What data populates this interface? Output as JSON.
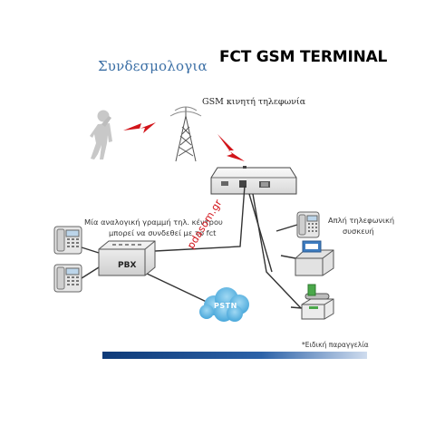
{
  "header": {
    "section_title": "Συνδεσμολογια",
    "product_title": "FCT GSM TERMINAL"
  },
  "labels": {
    "gsm_mobile": "GSM κινητή τηλεφωνία",
    "analog_line_1": "Μία αναλογική γραμμή τηλ. κέντρου",
    "analog_line_2": "μπορεί να συνδεθεί με το fct",
    "simple_phone_1": "Απλή τηλεφωνική",
    "simple_phone_2": "συσκευή",
    "pbx": "PBX",
    "pstn": "PSTN",
    "special_order": "*Ειδική παραγγελία"
  },
  "watermark": "pdasom.gr",
  "colors": {
    "title_blue": "#3b6fa5",
    "lightning_red": "#d2141a",
    "cloud_blue": "#4aa8d8",
    "bar_navy": "#0e3a78"
  }
}
